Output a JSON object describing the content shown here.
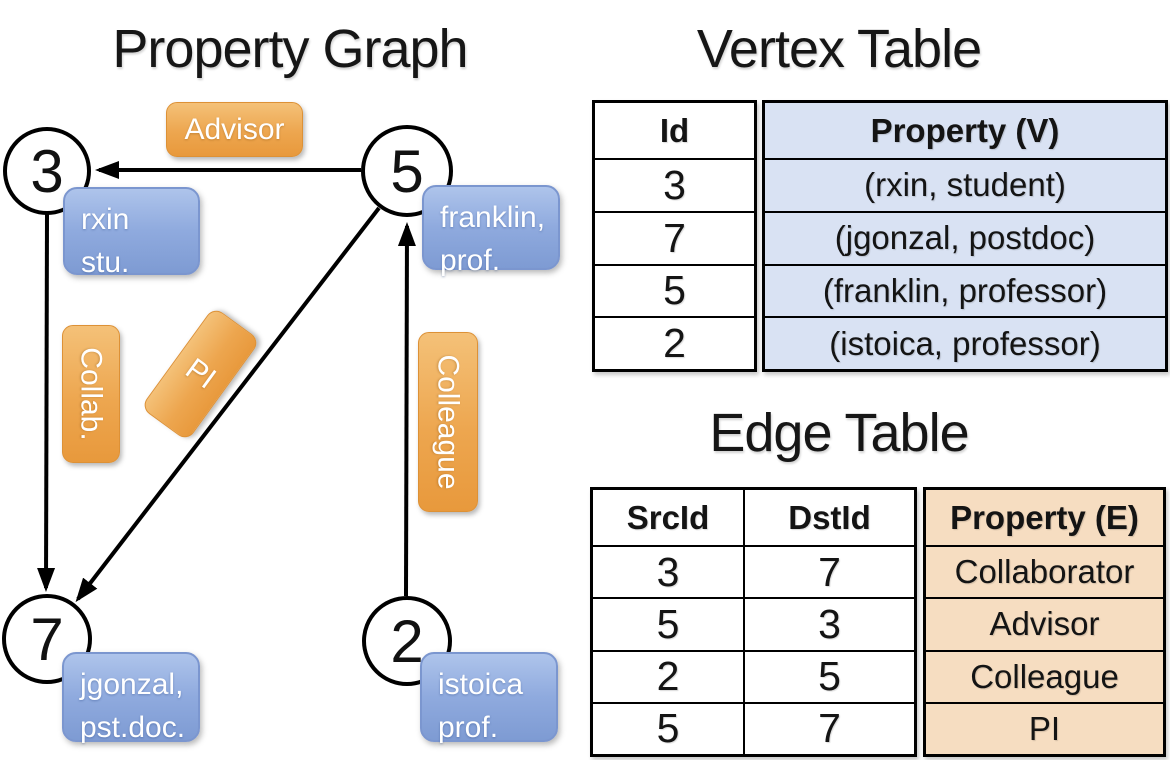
{
  "graph": {
    "title": "Property Graph",
    "nodes": [
      {
        "id": "3",
        "prop_line1": "rxin",
        "prop_line2": "stu."
      },
      {
        "id": "5",
        "prop_line1": "franklin,",
        "prop_line2": "prof."
      },
      {
        "id": "7",
        "prop_line1": "jgonzal,",
        "prop_line2": "pst.doc."
      },
      {
        "id": "2",
        "prop_line1": "istoica",
        "prop_line2": "prof."
      }
    ],
    "edge_labels": [
      "Advisor",
      "Collab.",
      "PI",
      "Colleague"
    ],
    "edges": [
      {
        "src": "5",
        "dst": "3",
        "label": "Advisor"
      },
      {
        "src": "3",
        "dst": "7",
        "label": "Collab."
      },
      {
        "src": "5",
        "dst": "7",
        "label": "PI"
      },
      {
        "src": "2",
        "dst": "5",
        "label": "Colleague"
      }
    ],
    "colors": {
      "edge_label_fill": "#eda64f",
      "vertex_box_fill": "#8faade",
      "node_stroke": "#000000"
    }
  },
  "vertex_table": {
    "title": "Vertex Table",
    "headers": {
      "id": "Id",
      "property": "Property (V)"
    },
    "rows": [
      {
        "id": "3",
        "property": "(rxin, student)"
      },
      {
        "id": "7",
        "property": "(jgonzal, postdoc)"
      },
      {
        "id": "5",
        "property": "(franklin, professor)"
      },
      {
        "id": "2",
        "property": "(istoica, professor)"
      }
    ],
    "property_bg": "#d9e2f3"
  },
  "edge_table": {
    "title": "Edge Table",
    "headers": {
      "src": "SrcId",
      "dst": "DstId",
      "property": "Property (E)"
    },
    "rows": [
      {
        "src": "3",
        "dst": "7",
        "property": "Collaborator"
      },
      {
        "src": "5",
        "dst": "3",
        "property": "Advisor"
      },
      {
        "src": "2",
        "dst": "5",
        "property": "Colleague"
      },
      {
        "src": "5",
        "dst": "7",
        "property": "PI"
      }
    ],
    "property_bg": "#f6ddc1"
  }
}
